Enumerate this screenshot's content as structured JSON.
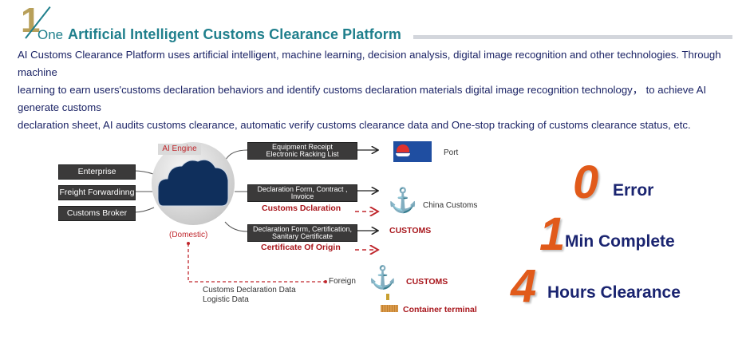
{
  "header": {
    "section_number": "1",
    "section_word": "One",
    "title": "Artificial Intelligent Customs Clearance Platform"
  },
  "description": [
    "AI Customs Clearance Platform uses artificial intelligent, machine learning, decision analysis, digital image recognition and other  technologies. Through machine",
    "learning to earn users'customs  declaration behaviors and identify customs declaration materials digital image recognition technology， to achieve AI generate customs",
    "declaration sheet, AI audits customs clearance, automatic verify customs clearance data and One-stop tracking of customs clearance status, etc."
  ],
  "diagram": {
    "inputs": [
      "Enterprise",
      "Freight Forwardinng",
      "Customs Broker"
    ],
    "engine_label": "AI Engine",
    "domestic_label": "(Domestic)",
    "flows": [
      {
        "doc_lines": [
          "Equipment Receipt",
          "Electronic Racking List"
        ],
        "target": "Port",
        "icon": "port-logo-icon"
      },
      {
        "doc_lines": [
          "Declaration Form, Contract ,",
          "Invoice"
        ],
        "sub_label": "Customs Dclaration",
        "target": "China Customs",
        "icon": "customs-emblem-icon"
      },
      {
        "doc_lines": [
          "Declaration Form, Certification,",
          "Sanitary Certificate"
        ],
        "sub_label": "Certificate Of Origin",
        "target": "CUSTOMS"
      }
    ],
    "foreign": {
      "label": "Foreign",
      "data_lines": [
        "Customs Declaration Data",
        "Logistic Data"
      ],
      "target": "CUSTOMS",
      "terminal": "Container terminal"
    }
  },
  "stats": [
    {
      "number": "0",
      "label": "Error"
    },
    {
      "number": "1",
      "label": "Min Complete"
    },
    {
      "number": "4",
      "label": "Hours Clearance"
    }
  ],
  "colors": {
    "teal": "#1f7f8c",
    "gold": "#b8a05a",
    "navy": "#1a2470",
    "red": "#a8161c",
    "orange": "#e15a1a",
    "box": "#3b3a3a"
  }
}
